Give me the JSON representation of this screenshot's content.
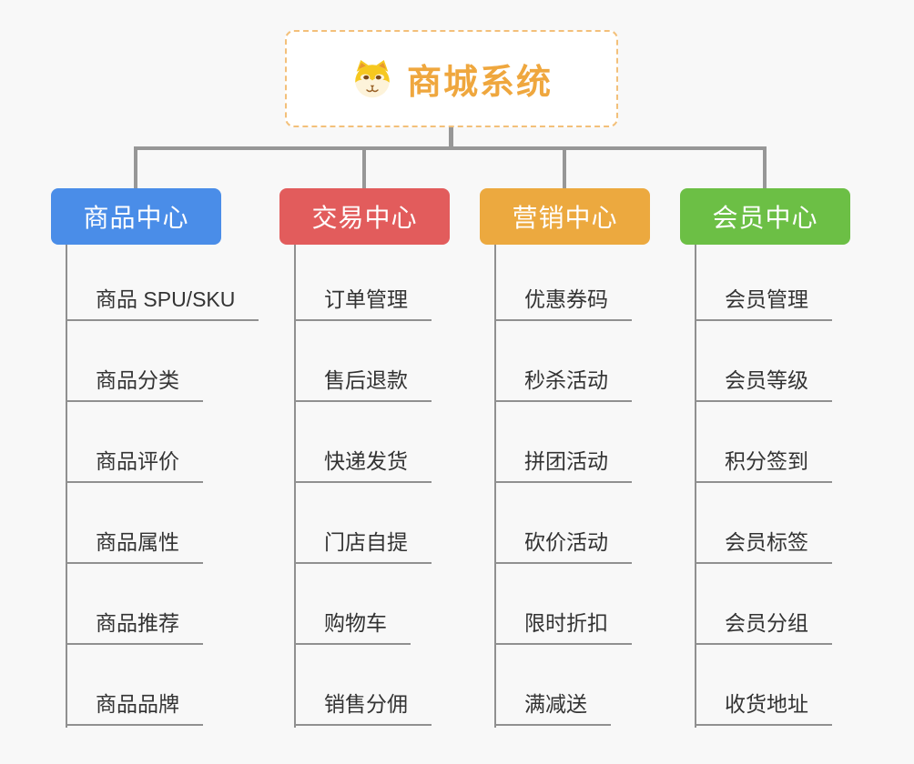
{
  "root": {
    "title": "商城系统",
    "icon": "shiba-dog-icon"
  },
  "colors": {
    "background": "#f8f8f8",
    "root_text": "#efa73e",
    "root_border": "#f3c07a",
    "connector_gray": "#979797",
    "leaf_text": "#333333",
    "branch_products": "#4a8de8",
    "branch_trade": "#e25c5c",
    "branch_marketing": "#eca93f",
    "branch_member": "#6cbf45"
  },
  "branches": [
    {
      "label": "商品中心",
      "color": "#4a8de8",
      "items": [
        "商品 SPU/SKU",
        "商品分类",
        "商品评价",
        "商品属性",
        "商品推荐",
        "商品品牌"
      ]
    },
    {
      "label": "交易中心",
      "color": "#e25c5c",
      "items": [
        "订单管理",
        "售后退款",
        "快递发货",
        "门店自提",
        "购物车",
        "销售分佣"
      ]
    },
    {
      "label": "营销中心",
      "color": "#eca93f",
      "items": [
        "优惠券码",
        "秒杀活动",
        "拼团活动",
        "砍价活动",
        "限时折扣",
        "满减送"
      ]
    },
    {
      "label": "会员中心",
      "color": "#6cbf45",
      "items": [
        "会员管理",
        "会员等级",
        "积分签到",
        "会员标签",
        "会员分组",
        "收货地址"
      ]
    }
  ]
}
